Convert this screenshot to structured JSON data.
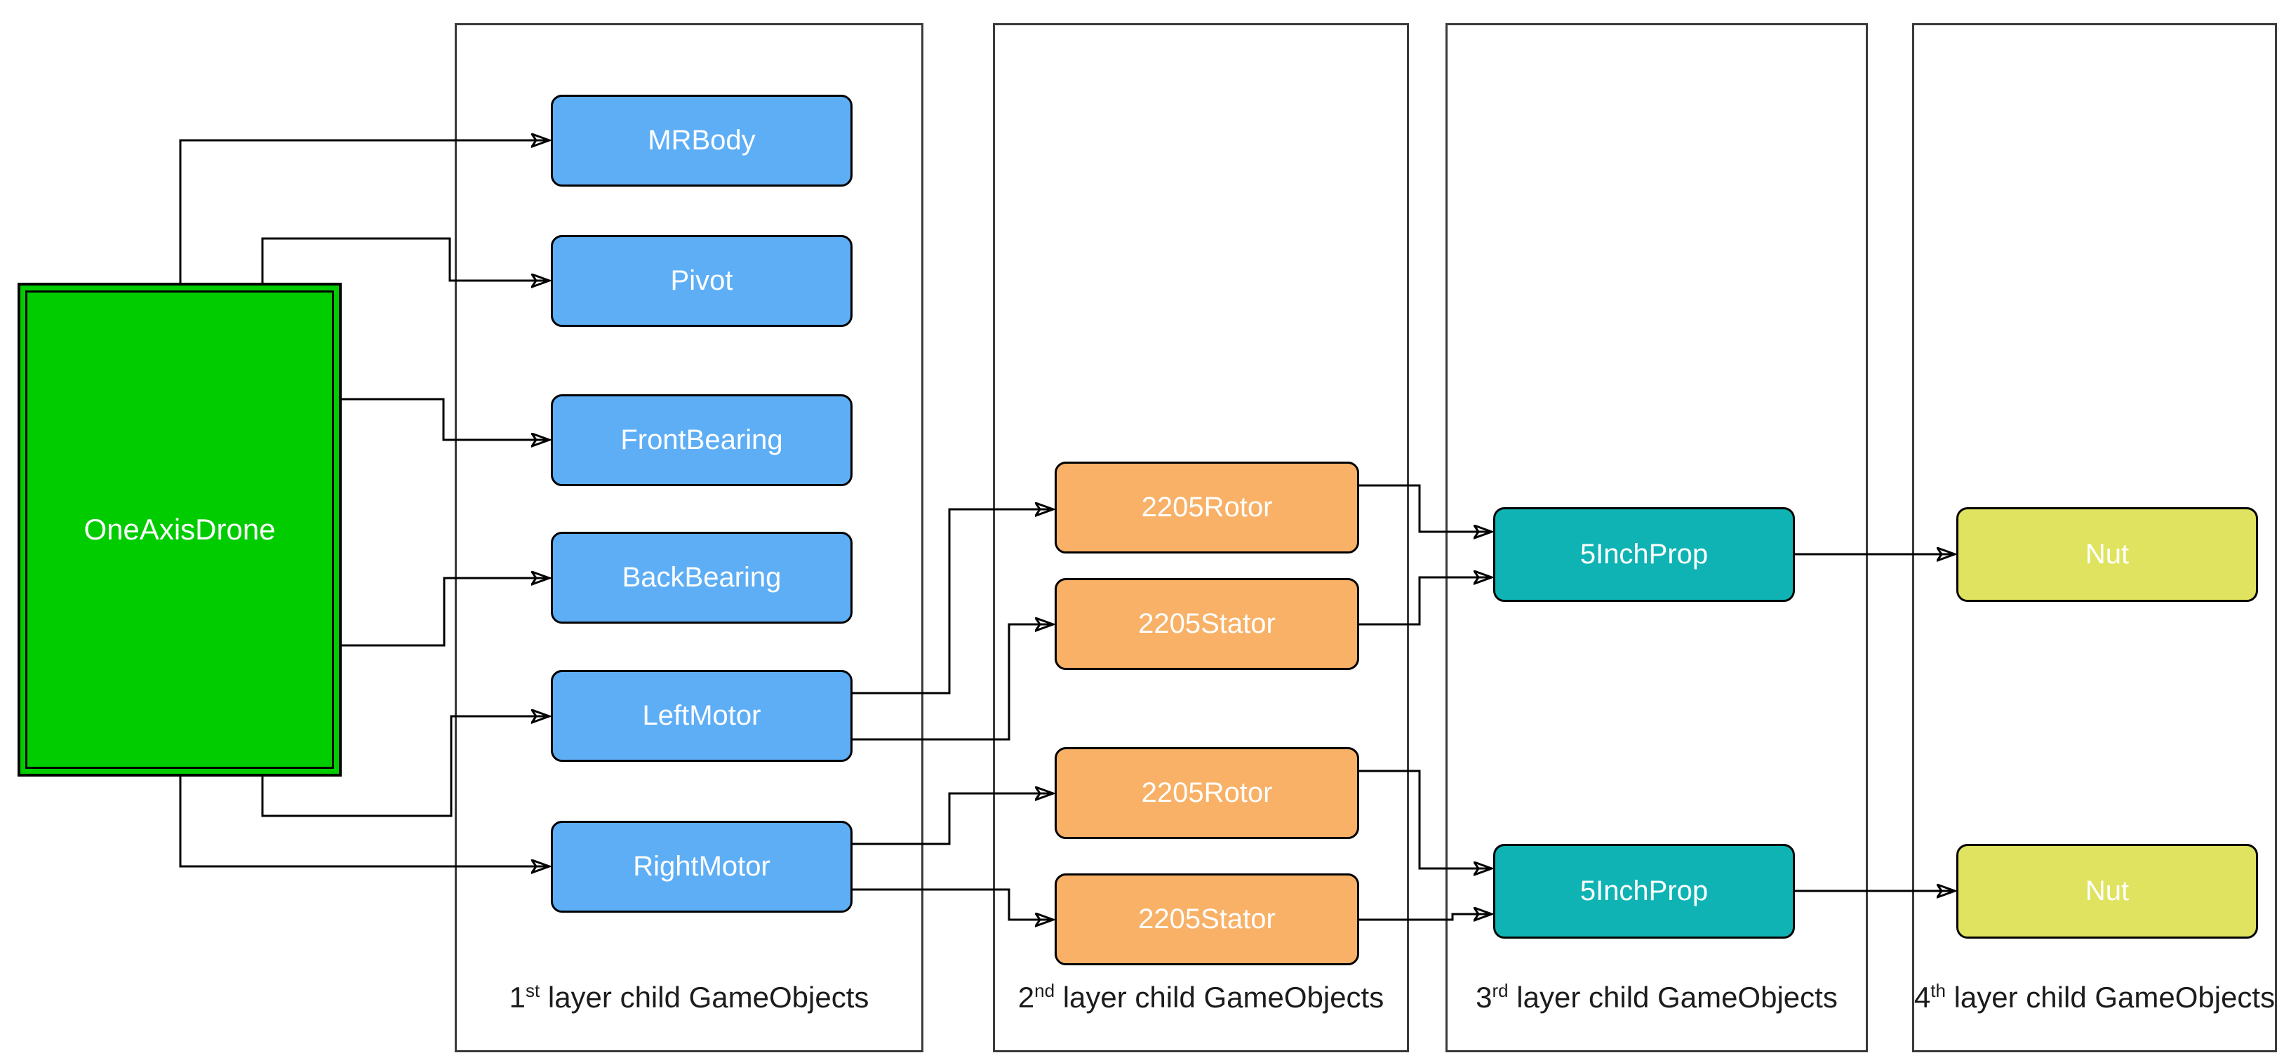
{
  "diagram": {
    "root": {
      "label": "OneAxisDrone"
    },
    "layers": [
      {
        "caption": {
          "num": "1",
          "sup": "st",
          "rest": " layer child GameObjects"
        },
        "nodes": [
          "MRBody",
          "Pivot",
          "FrontBearing",
          "BackBearing",
          "LeftMotor",
          "RightMotor"
        ]
      },
      {
        "caption": {
          "num": "2",
          "sup": "nd",
          "rest": " layer child GameObjects"
        },
        "nodes": [
          "2205Rotor",
          "2205Stator",
          "2205Rotor",
          "2205Stator"
        ]
      },
      {
        "caption": {
          "num": "3",
          "sup": "rd",
          "rest": " layer child GameObjects"
        },
        "nodes": [
          "5InchProp",
          "5InchProp"
        ]
      },
      {
        "caption": {
          "num": "4",
          "sup": "th",
          "rest": " layer child GameObjects"
        },
        "nodes": [
          "Nut",
          "Nut"
        ]
      }
    ],
    "edges": [
      {
        "from": "OneAxisDrone",
        "to": "MRBody"
      },
      {
        "from": "OneAxisDrone",
        "to": "Pivot"
      },
      {
        "from": "OneAxisDrone",
        "to": "FrontBearing"
      },
      {
        "from": "OneAxisDrone",
        "to": "BackBearing"
      },
      {
        "from": "OneAxisDrone",
        "to": "LeftMotor"
      },
      {
        "from": "OneAxisDrone",
        "to": "RightMotor"
      },
      {
        "from": "LeftMotor",
        "to": "2205Rotor (left)"
      },
      {
        "from": "LeftMotor",
        "to": "2205Stator (left)"
      },
      {
        "from": "RightMotor",
        "to": "2205Rotor (right)"
      },
      {
        "from": "RightMotor",
        "to": "2205Stator (right)"
      },
      {
        "from": "2205Rotor (left)",
        "to": "5InchProp (left)"
      },
      {
        "from": "2205Stator (left)",
        "to": "5InchProp (left)"
      },
      {
        "from": "2205Rotor (right)",
        "to": "5InchProp (right)"
      },
      {
        "from": "2205Stator (right)",
        "to": "5InchProp (right)"
      },
      {
        "from": "5InchProp (left)",
        "to": "Nut (left)"
      },
      {
        "from": "5InchProp (right)",
        "to": "Nut (right)"
      }
    ],
    "colors": {
      "green": "#00CC00",
      "blue": "#5EAEF6",
      "orange": "#F8B167",
      "teal": "#0FB3B4",
      "yellow": "#E0E35F",
      "node-border": "#000000",
      "node-text": "#FFFFFF",
      "container-border": "#3A3A3A",
      "caption": "#1C1C1C",
      "line": "#000000"
    }
  }
}
